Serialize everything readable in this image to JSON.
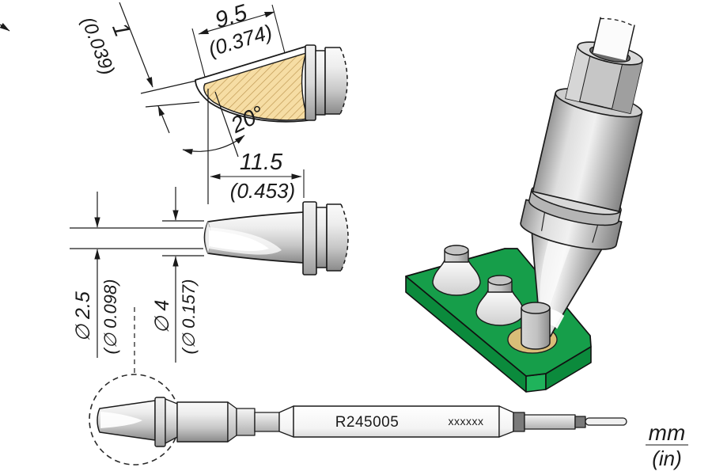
{
  "drawing": {
    "angled_view": {
      "length_mm": "9.5",
      "length_in": "(0.374)",
      "edge_mm": "1",
      "edge_in": "(0.039)",
      "angle": "20°"
    },
    "side_view": {
      "length_mm": "11.5",
      "length_in": "(0.453)",
      "dia_small_mm": "∅ 2.5",
      "dia_small_in": "(∅ 0.098)",
      "dia_large_mm": "∅ 4",
      "dia_large_in": "(∅ 0.157)"
    },
    "cartridge": {
      "model": "R245005",
      "marking": "xxxxxx"
    },
    "units": {
      "metric": "mm",
      "imperial": "(in)"
    },
    "colors": {
      "solder_copper": "#F6DDA4",
      "hatch_line": "#C19A55",
      "pcb_green": "#169E4A",
      "pcb_green_dark": "#0B8A3C",
      "solder_pad_gold": "#D9BD78",
      "outline": "#1A1A1A"
    }
  }
}
